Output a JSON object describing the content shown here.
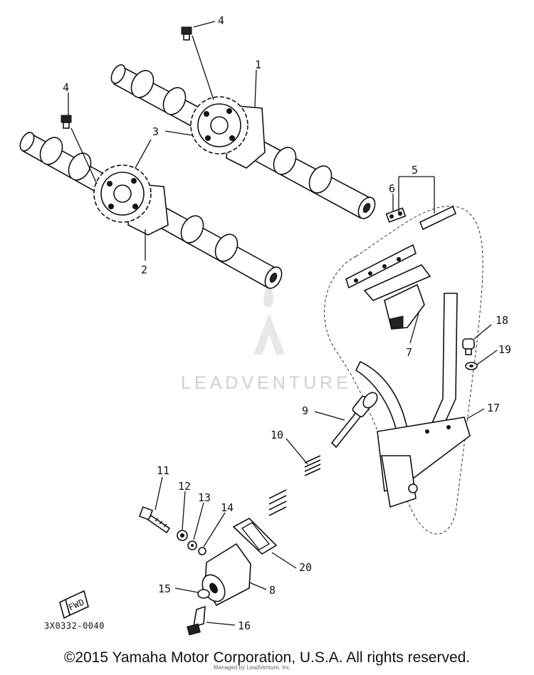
{
  "callouts": [
    "1",
    "2",
    "3",
    "4",
    "4",
    "5",
    "6",
    "7",
    "8",
    "9",
    "10",
    "11",
    "12",
    "13",
    "14",
    "15",
    "16",
    "17",
    "18",
    "19",
    "20"
  ],
  "diagram_code": "3X0332-0040",
  "fwd_label": "FWD",
  "watermark": "LEADVENTURE",
  "small_note": "Managed by LeadVenture, Inc.",
  "footer": "©2015 Yamaha Motor Corporation, U.S.A. All rights reserved."
}
